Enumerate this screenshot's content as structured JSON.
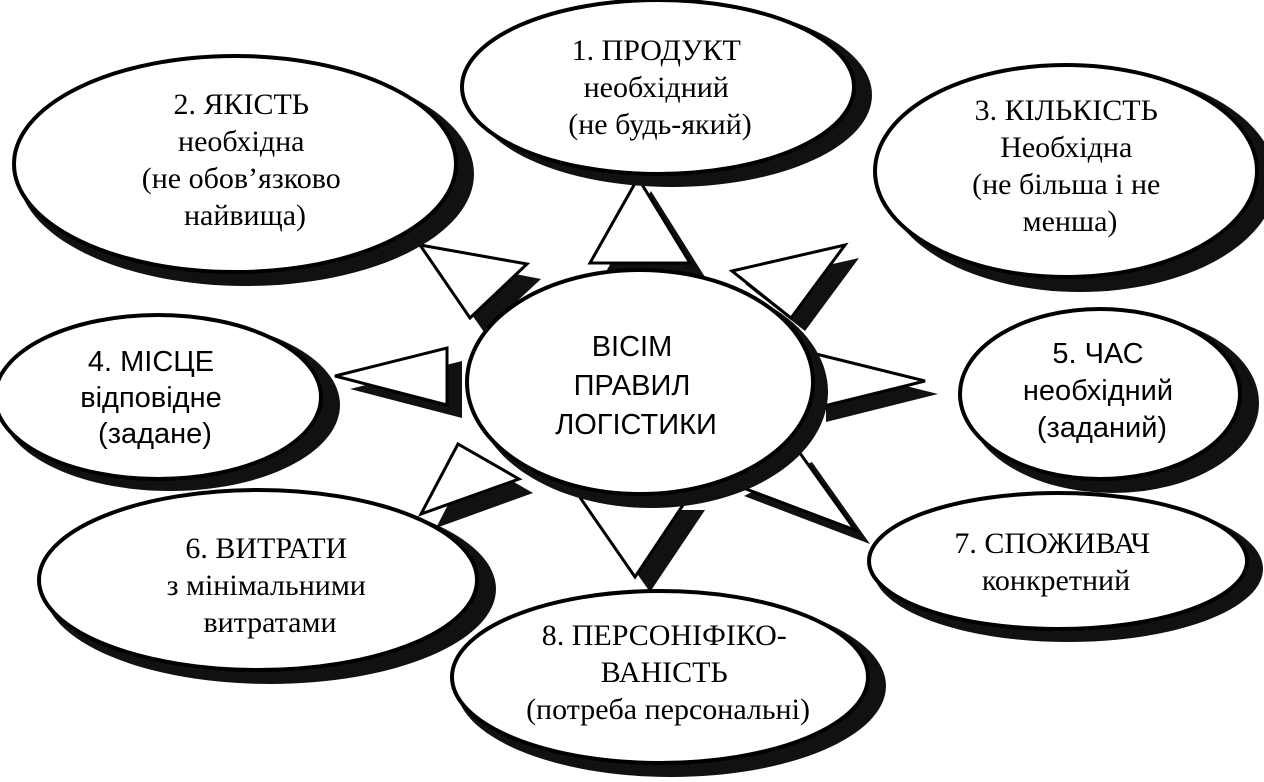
{
  "center": {
    "lines": [
      "ВІСІМ",
      "ПРАВИЛ",
      "ЛОГІСТИКИ"
    ]
  },
  "rules": [
    {
      "id": "product",
      "lines": [
        "1. ПРОДУКТ",
        "необхідний",
        "(не будь-який)"
      ]
    },
    {
      "id": "quality",
      "lines": [
        "2. ЯКІСТЬ",
        "необхідна",
        "(не обов’язково",
        "найвища)"
      ]
    },
    {
      "id": "quantity",
      "lines": [
        "3. КІЛЬКІСТЬ",
        "Необхідна",
        "(не більша і не",
        "менша)"
      ]
    },
    {
      "id": "place",
      "lines": [
        "4. МІСЦЕ",
        "відповідне",
        "(задане)"
      ]
    },
    {
      "id": "time",
      "lines": [
        "5. ЧАС",
        "необхідний",
        "(заданий)"
      ]
    },
    {
      "id": "costs",
      "lines": [
        "6. ВИТРАТИ",
        "з мінімальними",
        "витратами"
      ]
    },
    {
      "id": "consumer",
      "lines": [
        "7. СПОЖИВАЧ",
        "конкретний"
      ]
    },
    {
      "id": "personalization",
      "lines": [
        "8. ПЕРСОНІФІКО-",
        "ВАНІСТЬ",
        "(потреба персональні)"
      ]
    }
  ]
}
